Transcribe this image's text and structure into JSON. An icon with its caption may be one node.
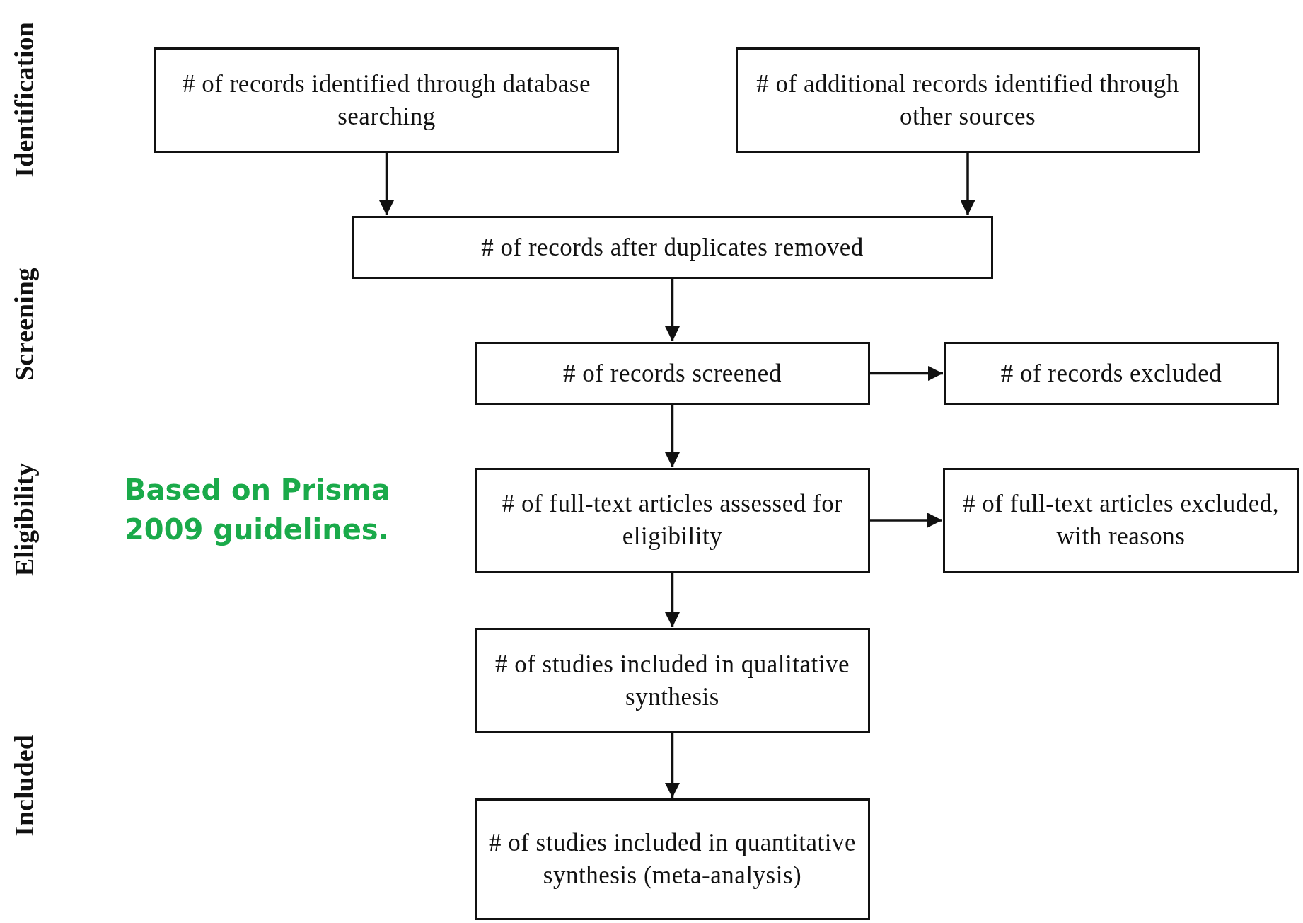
{
  "diagram": {
    "nodes": [
      {
        "text": [
          "# of records identified through database searching"
        ]
      },
      {
        "text": [
          "# of additional records identified through other sources"
        ]
      },
      {
        "text": [
          "# of records after duplicates removed"
        ]
      },
      {
        "text": [
          "# of records screened"
        ]
      },
      {
        "text": [
          "# of records excluded"
        ]
      },
      {
        "text": [
          "# of full-text articles assessed for eligibility"
        ]
      },
      {
        "text": [
          "# of full-text articles excluded, with reasons"
        ]
      },
      {
        "text": [
          "# of studies included in qualitative synthesis"
        ]
      },
      {
        "text": [
          "# of studies included in quantitative synthesis (meta-analysis)"
        ]
      }
    ],
    "edges": [
      {
        "from": 0,
        "to": 2,
        "arrow": "to"
      },
      {
        "from": 1,
        "to": 2,
        "arrow": "to"
      },
      {
        "from": 2,
        "to": 3,
        "arrow": "to"
      },
      {
        "from": 3,
        "to": 4,
        "arrow": "to"
      },
      {
        "from": 3,
        "to": 5,
        "arrow": "to"
      },
      {
        "from": 5,
        "to": 6,
        "arrow": "to"
      },
      {
        "from": 5,
        "to": 7,
        "arrow": "to"
      },
      {
        "from": 7,
        "to": 8,
        "arrow": "to"
      }
    ],
    "labels": [
      "Identification",
      "Screening",
      "Eligibility",
      "Included",
      "Based on Prisma 2009 guidelines."
    ]
  }
}
